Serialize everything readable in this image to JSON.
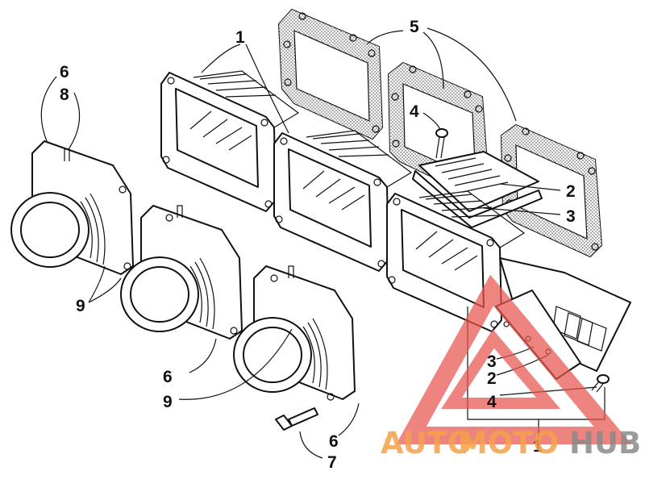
{
  "callouts": {
    "c1_top": "1",
    "c5": "5",
    "c6_top": "6",
    "c8": "8",
    "c4_top": "4",
    "c2_top": "2",
    "c3_top": "3",
    "c9_left": "9",
    "c6_mid": "6",
    "c9_bottom": "9",
    "c3_inset": "3",
    "c2_inset": "2",
    "c4_inset": "4",
    "c6_bottom": "6",
    "c1_bottom": "1",
    "c7": "7"
  },
  "watermark": {
    "word_auto": "AUTO",
    "word_moto": "MOTO",
    "word_hub": "HUB",
    "color_orange": "#f3a24a",
    "color_gray": "#8a8a8a",
    "color_red": "#e8564f"
  }
}
